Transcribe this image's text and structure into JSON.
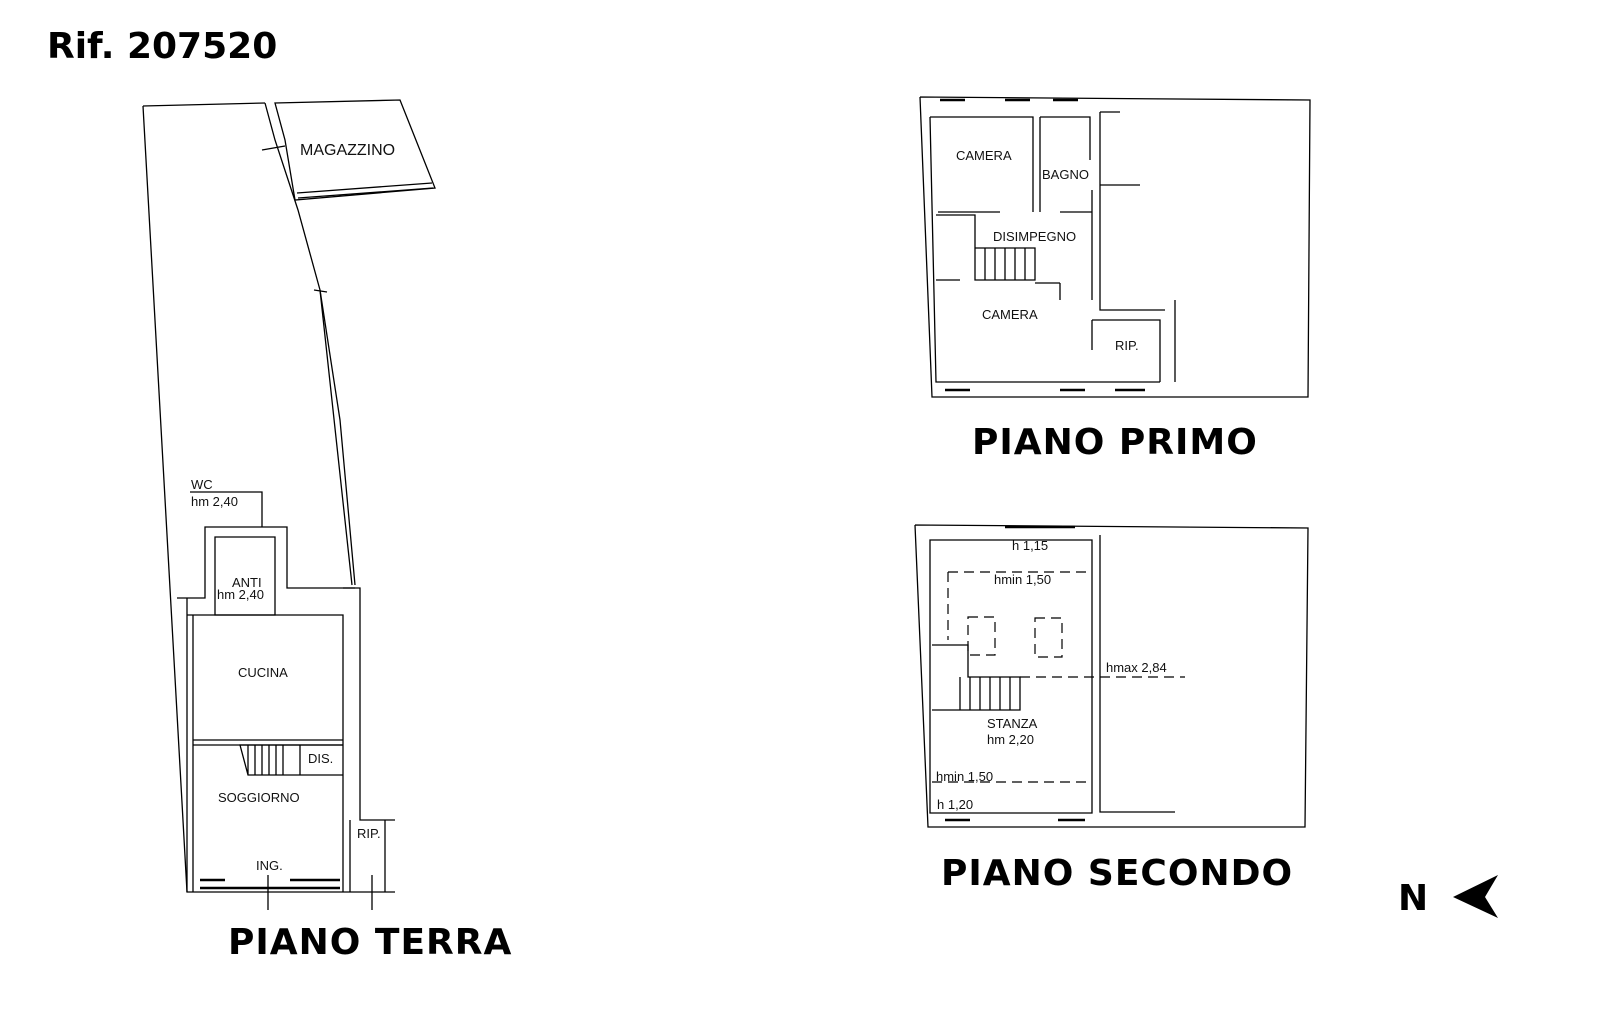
{
  "reference": "Rif. 207520",
  "floors": {
    "ground": {
      "title": "PIANO TERRA",
      "rooms": {
        "magazzino": "MAGAZZINO",
        "wc": "WC",
        "wc_height": "hm 2,40",
        "anti": "ANTI",
        "anti_height": "hm 2,40",
        "cucina": "CUCINA",
        "dis": "DIS.",
        "soggiorno": "SOGGIORNO",
        "ingresso": "ING.",
        "rip": "RIP."
      }
    },
    "first": {
      "title": "PIANO PRIMO",
      "rooms": {
        "camera1": "CAMERA",
        "bagno": "BAGNO",
        "disimpegno": "DISIMPEGNO",
        "camera2": "CAMERA",
        "rip": "RIP."
      }
    },
    "second": {
      "title": "PIANO SECONDO",
      "rooms": {
        "h_top": "h 1,15",
        "hmin_top": "hmin 1,50",
        "hmax": "hmax 2,84",
        "stanza": "STANZA",
        "stanza_height": "hm 2,20",
        "hmin_bottom": "hmin 1,50",
        "h_bottom": "h 1,20"
      }
    }
  },
  "compass": {
    "label": "N",
    "icon": "north-arrow-icon"
  }
}
